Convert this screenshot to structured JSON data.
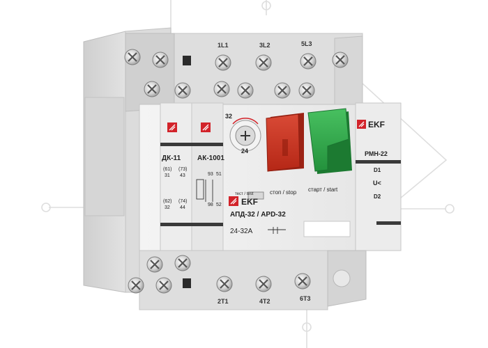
{
  "product": {
    "brand": "EKF",
    "model": "АПД-32 / APD-32",
    "rating": "24-32A",
    "dial": {
      "max": "32",
      "min": "24"
    },
    "buttons": {
      "stop": "стоп / stop",
      "start": "старт / start",
      "test": "тест / test"
    },
    "accessories": {
      "left": {
        "name": "ДК-11",
        "contacts": [
          "(61)",
          "(73)",
          "31",
          "43",
          "(62)",
          "(74)",
          "32",
          "44"
        ]
      },
      "middle": {
        "name": "АК-1001",
        "contacts": [
          "93",
          "51",
          "98",
          "52"
        ]
      },
      "right": {
        "name": "РМН-22",
        "contacts": [
          "D1",
          "U<",
          "D2"
        ]
      }
    },
    "terminals_top": [
      "1L1",
      "3L2",
      "5L3"
    ],
    "terminals_bottom": [
      "2T1",
      "4T2",
      "6T3"
    ]
  },
  "colors": {
    "housing": "#e9e9e9",
    "housing_shadow": "#cfcfcf",
    "stop_button": "#c8301e",
    "start_button": "#2fa84a",
    "brand_red": "#d2232a",
    "watermark": "#d9d9d9"
  }
}
